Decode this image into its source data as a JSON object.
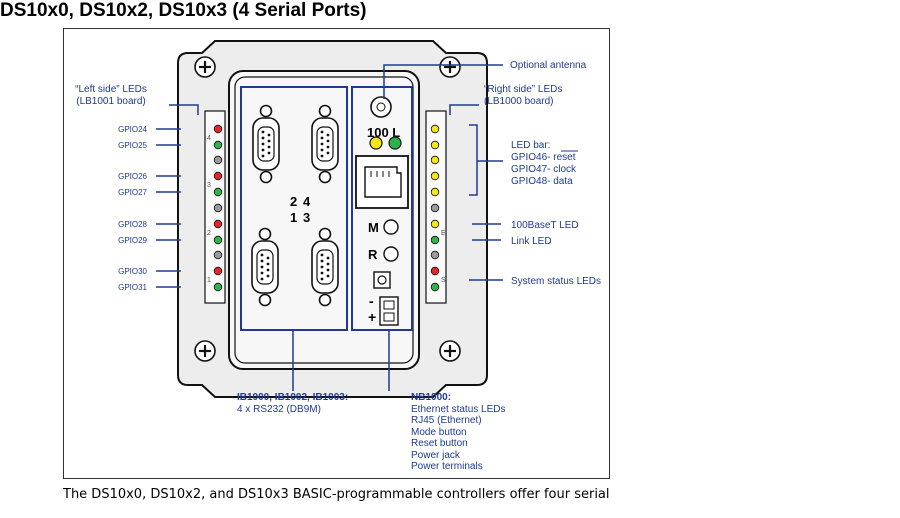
{
  "page": {
    "heading": "DS10x0, DS10x2, DS10x3 (4 Serial Ports)",
    "caption": "The DS10x0, DS10x2, and DS10x3 BASIC-programmable controllers offer four serial"
  },
  "diagram": {
    "left_title_1": "“Left side” LEDs",
    "left_title_2": "(LB1001 board)",
    "right_title_1": "“Right side” LEDs",
    "right_title_2": "(LB1000 board)",
    "optional_antenna": "Optional antenna",
    "gpio_labels": [
      "GPIO24",
      "GPIO25",
      "GPIO26",
      "GPIO27",
      "GPIO28",
      "GPIO29",
      "GPIO30",
      "GPIO31"
    ],
    "led_group_numbers": [
      "4",
      "3",
      "2",
      "1"
    ],
    "led_bar_lines": [
      "LED bar:",
      "GPIO46- reset",
      "GPIO47- clock",
      "GPIO48- data"
    ],
    "ethernet_led": "100BaseT LED",
    "link_led": "Link LED",
    "system_status": "System status LEDs",
    "right_small_letters": [
      "E",
      "S"
    ],
    "port_numbers": [
      "2",
      "4",
      "1",
      "3"
    ],
    "eth_label": "100 L",
    "mode_letter": "M",
    "reset_letter": "R",
    "power_minus": "-",
    "power_plus": "+",
    "ib_title": "IB1000, IB1002, IB1003:",
    "ib_desc": "4 x RS232 (DB9M)",
    "nb_title": "NB1000:",
    "nb_items": [
      "Ethernet status LEDs",
      "RJ45 (Ethernet)",
      "Mode button",
      "Reset button",
      "Power jack",
      "Power terminals"
    ]
  },
  "colors": {
    "callout": "#1f3a93",
    "led_red": "#e8262a",
    "led_green": "#2db34a",
    "led_yellow": "#f5e51b",
    "led_grey": "#9a9a9a",
    "panel": "#f2f2f2"
  }
}
